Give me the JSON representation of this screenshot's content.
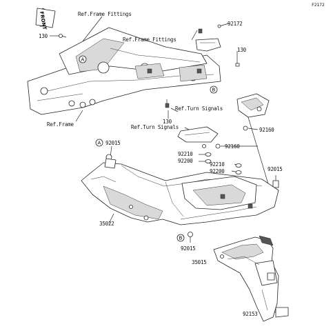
{
  "figure_code": "F2172",
  "front_badge": "FRONT",
  "callouts": {
    "a": "A",
    "b": "B"
  },
  "labels": {
    "ref_frame_fittings_1": "Ref.Frame Fittings",
    "ref_frame_fittings_2": "Ref.Frame Fittings",
    "ref_frame": "Ref.Frame",
    "ref_turn_signals_1": "Ref.Turn Signals",
    "ref_turn_signals_2": "Ref.Turn Signals",
    "p130_left": "130",
    "p130_right": "130",
    "p130_mid": "130",
    "p92172": "92172",
    "p92160_a": "92160",
    "p92160_b": "92160",
    "p92015_top": "92015",
    "p92015_right": "92015",
    "p92015_bottom": "92015",
    "p92210_a": "92210",
    "p92200_a": "92200",
    "p92210_b": "92210",
    "p92200_b": "92200",
    "p35022": "35022",
    "p35015": "35015",
    "p92153": "92153"
  }
}
